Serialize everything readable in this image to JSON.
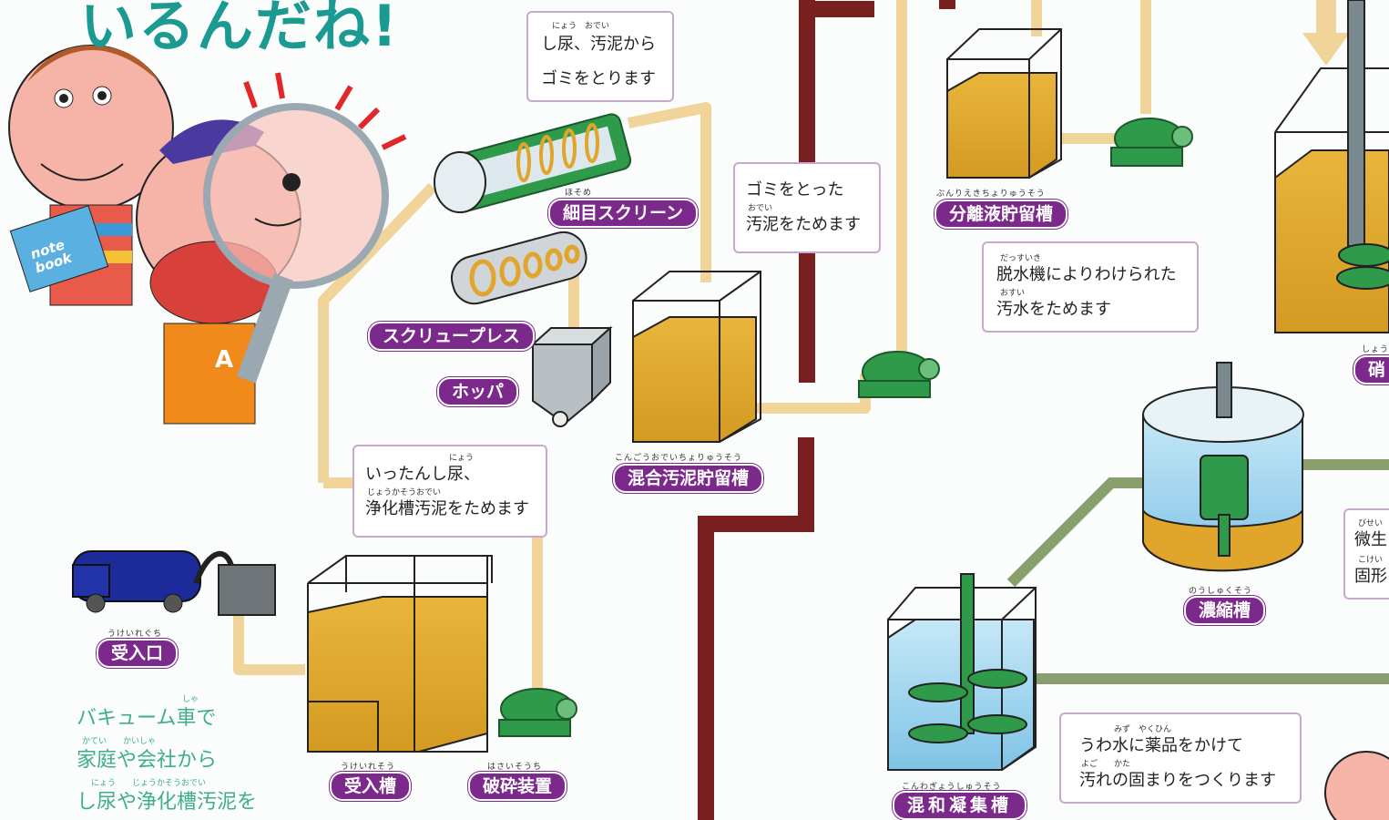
{
  "title": "いるんだね!",
  "labels": {
    "fine_screen": "細目スクリーン",
    "screw_press": "スクリュープレス",
    "hopper": "ホッパ",
    "mixed_tank": "混合汚泥貯留槽",
    "separated_tank": "分離液貯留槽",
    "receiving_port": "受入口",
    "receiving_tank": "受入槽",
    "crusher": "破砕装置",
    "thickener": "濃縮槽",
    "coagulation": "混和凝集槽",
    "cut_right": "硝"
  },
  "ruby": {
    "fine_screen": "ほそめ",
    "mixed_tank": "こんごうおでいちょりゅうそう",
    "separated_tank": "ぶんりえきちょりゅうそう",
    "receiving_port": "うけいれぐち",
    "receiving_tank": "うけいれそう",
    "crusher": "はさいそうち",
    "thickener": "のうしゅくそう",
    "coagulation": "こんわぎょうしゅうそう",
    "cut_right": "しょう"
  },
  "bubbles": {
    "screen": {
      "ruby": "にょう　おでい",
      "line1": "し尿、汚泥から",
      "line2": "ゴミをとります"
    },
    "mixed": {
      "line1": "ゴミをとった",
      "ruby": "おでい",
      "line2": "汚泥をためます"
    },
    "receiving": {
      "ruby1": "にょう",
      "line1": "いったんし尿、",
      "ruby2": "じょうかそうおでい",
      "line2": "浄化槽汚泥をためます"
    },
    "separated": {
      "ruby1": "だっすいき",
      "line1": "脱水機によりわけられた",
      "ruby2": "おすい",
      "line2": "汚水をためます"
    },
    "coagulation": {
      "ruby1": "みず　やくひん",
      "line1": "うわ水に薬品をかけて",
      "ruby2": "よご　　かた",
      "line2": "汚れの固まりをつくります"
    },
    "right_cut": {
      "ruby1": "びせい",
      "line1": "微生",
      "ruby2": "こけい",
      "line2": "固形"
    }
  },
  "note": {
    "ruby1": "しゃ",
    "line1": "バキューム車で",
    "ruby2": "かてい　　かいしゃ",
    "line2": "家庭や会社から",
    "ruby3": "にょう　　じょうかそうおでい",
    "line3": "し尿や浄化槽汚泥を"
  },
  "notebook_text": "note book",
  "shirt_letter": "A",
  "colors": {
    "pipe_sludge": "#f0d49a",
    "pipe_water": "#8a9f6e",
    "pipe_wall": "#7a1f1f",
    "sludge": "#e0a52a",
    "water": "#9fd4ee",
    "machine_green": "#2e9a4a",
    "label_purple": "#7b2a8c"
  }
}
